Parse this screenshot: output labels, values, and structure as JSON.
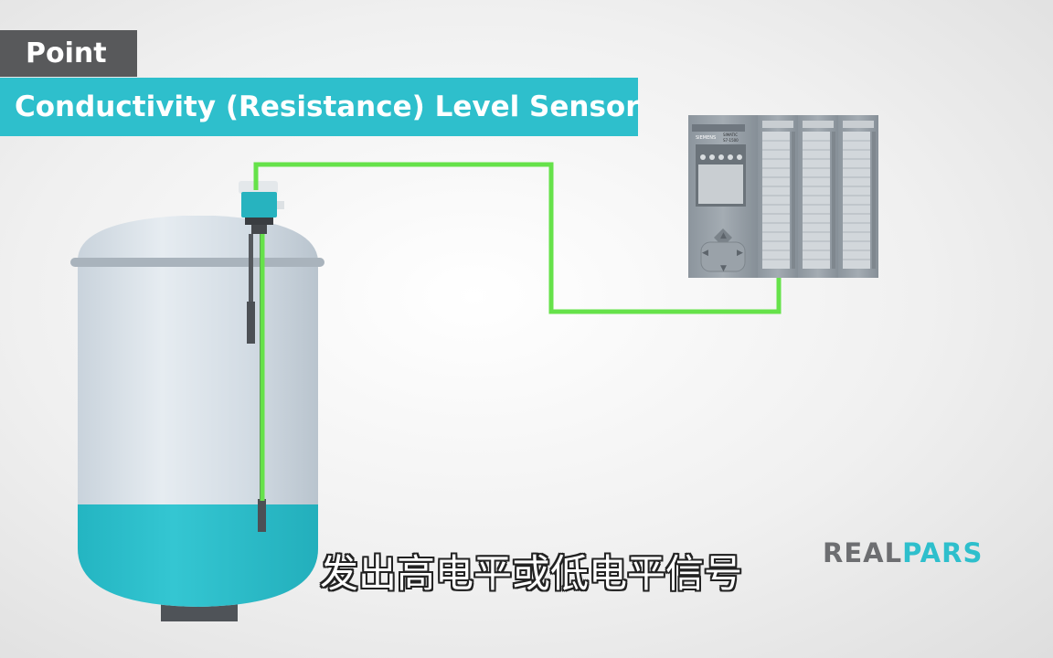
{
  "header": {
    "tag": "Point",
    "title": "Conductivity (Resistance) Level Sensor"
  },
  "plc": {
    "brand": "SIEMENS",
    "model_line1": "SIMATIC",
    "model_line2": "S7-1500"
  },
  "subtitle": "发出高电平或低电平信号",
  "logo": {
    "part1": "REAL",
    "part2": "PARS"
  },
  "colors": {
    "accent": "#2ebfcc",
    "wire": "#66e24a",
    "tag_bg": "#58595b",
    "liquid": "#2ebfcc"
  }
}
